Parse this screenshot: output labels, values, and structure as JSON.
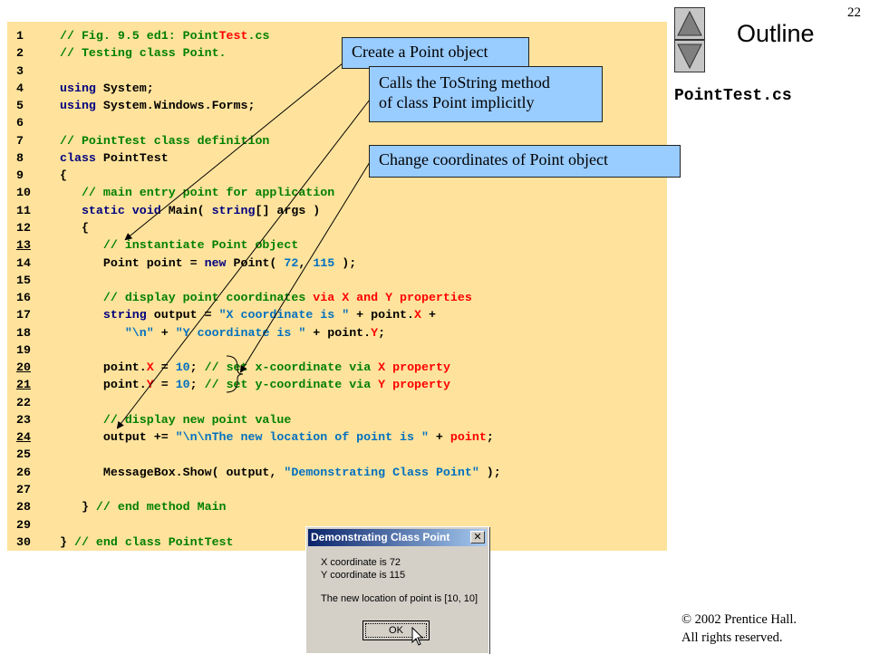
{
  "slide": {
    "page_number": "22",
    "outline_title": "Outline",
    "file_name": "PointTest.cs",
    "copyright_line1": "© 2002 Prentice Hall.",
    "copyright_line2": "All rights reserved."
  },
  "code": {
    "lines": [
      {
        "num": "1",
        "u": false,
        "segs": [
          [
            "c",
            "// Fig. 9.5 ed1: Point"
          ],
          [
            "r",
            "Test"
          ],
          [
            "c",
            ".cs"
          ]
        ]
      },
      {
        "num": "2",
        "u": false,
        "segs": [
          [
            "c",
            "// Testing class Point."
          ]
        ]
      },
      {
        "num": "3",
        "u": false,
        "segs": []
      },
      {
        "num": "4",
        "u": false,
        "segs": [
          [
            "k",
            "using"
          ],
          [
            "p",
            " System;"
          ]
        ]
      },
      {
        "num": "5",
        "u": false,
        "segs": [
          [
            "k",
            "using"
          ],
          [
            "p",
            " System.Windows.Forms;"
          ]
        ]
      },
      {
        "num": "6",
        "u": false,
        "segs": []
      },
      {
        "num": "7",
        "u": false,
        "segs": [
          [
            "c",
            "// PointTest class definition"
          ]
        ]
      },
      {
        "num": "8",
        "u": false,
        "segs": [
          [
            "k",
            "class"
          ],
          [
            "p",
            " PointTest"
          ]
        ]
      },
      {
        "num": "9",
        "u": false,
        "segs": [
          [
            "p",
            "{"
          ]
        ]
      },
      {
        "num": "10",
        "u": false,
        "segs": [
          [
            "c",
            "   // main entry point for application"
          ]
        ]
      },
      {
        "num": "11",
        "u": false,
        "segs": [
          [
            "k",
            "   static void"
          ],
          [
            "p",
            " Main( "
          ],
          [
            "k",
            "string"
          ],
          [
            "p",
            "[] args )"
          ]
        ]
      },
      {
        "num": "12",
        "u": false,
        "segs": [
          [
            "p",
            "   {"
          ]
        ]
      },
      {
        "num": "13",
        "u": true,
        "segs": [
          [
            "c",
            "      // instantiate Point object"
          ]
        ]
      },
      {
        "num": "14",
        "u": false,
        "segs": [
          [
            "p",
            "      Point point = "
          ],
          [
            "k",
            "new"
          ],
          [
            "p",
            " Point( "
          ],
          [
            "s",
            "72"
          ],
          [
            "p",
            ", "
          ],
          [
            "s",
            "115"
          ],
          [
            "p",
            " );"
          ]
        ]
      },
      {
        "num": "15",
        "u": false,
        "segs": []
      },
      {
        "num": "16",
        "u": false,
        "segs": [
          [
            "c",
            "      // display point coordinates "
          ],
          [
            "r",
            "via X and Y properties"
          ]
        ]
      },
      {
        "num": "17",
        "u": false,
        "segs": [
          [
            "k",
            "      string"
          ],
          [
            "p",
            " output = "
          ],
          [
            "s",
            "\"X coordinate is \""
          ],
          [
            "p",
            " + point."
          ],
          [
            "r",
            "X"
          ],
          [
            "p",
            " +"
          ]
        ]
      },
      {
        "num": "18",
        "u": false,
        "segs": [
          [
            "s",
            "         \"\\n\""
          ],
          [
            "p",
            " + "
          ],
          [
            "s",
            "\"Y coordinate is \""
          ],
          [
            "p",
            " + point."
          ],
          [
            "r",
            "Y"
          ],
          [
            "p",
            ";"
          ]
        ]
      },
      {
        "num": "19",
        "u": false,
        "segs": []
      },
      {
        "num": "20",
        "u": true,
        "segs": [
          [
            "p",
            "      point."
          ],
          [
            "r",
            "X"
          ],
          [
            "p",
            " = "
          ],
          [
            "s",
            "10"
          ],
          [
            "p",
            "; "
          ],
          [
            "c",
            "// set x-coordinate via "
          ],
          [
            "r",
            "X property"
          ]
        ]
      },
      {
        "num": "21",
        "u": true,
        "segs": [
          [
            "p",
            "      point."
          ],
          [
            "r",
            "Y"
          ],
          [
            "p",
            " = "
          ],
          [
            "s",
            "10"
          ],
          [
            "p",
            "; "
          ],
          [
            "c",
            "// set y-coordinate via "
          ],
          [
            "r",
            "Y property"
          ]
        ]
      },
      {
        "num": "22",
        "u": false,
        "segs": []
      },
      {
        "num": "23",
        "u": false,
        "segs": [
          [
            "c",
            "      // display new point value"
          ]
        ]
      },
      {
        "num": "24",
        "u": true,
        "segs": [
          [
            "p",
            "      output += "
          ],
          [
            "s",
            "\"\\n\\nThe new location of point is \""
          ],
          [
            "p",
            " + "
          ],
          [
            "r",
            "point"
          ],
          [
            "p",
            ";"
          ]
        ]
      },
      {
        "num": "25",
        "u": false,
        "segs": []
      },
      {
        "num": "26",
        "u": false,
        "segs": [
          [
            "p",
            "      MessageBox.Show( output, "
          ],
          [
            "s",
            "\"Demonstrating Class Point\""
          ],
          [
            "p",
            " );"
          ]
        ]
      },
      {
        "num": "27",
        "u": false,
        "segs": []
      },
      {
        "num": "28",
        "u": false,
        "segs": [
          [
            "p",
            "   } "
          ],
          [
            "c",
            "// end method Main"
          ]
        ]
      },
      {
        "num": "29",
        "u": false,
        "segs": []
      },
      {
        "num": "30",
        "u": false,
        "segs": [
          [
            "p",
            "} "
          ],
          [
            "c",
            "// end class PointTest"
          ]
        ]
      }
    ]
  },
  "callouts": {
    "create": "Create a Point object",
    "tostring_1": "Calls the ToString method",
    "tostring_2": "of class Point implicitly",
    "change": "Change coordinates of Point object"
  },
  "dialog": {
    "title": "Demonstrating Class Point",
    "close_label": "✕",
    "line1": "X coordinate is 72",
    "line2": "Y coordinate is 115",
    "line3": "The new location of point is [10, 10]",
    "ok_label": "OK"
  },
  "icons": {
    "up": "triangle-up-icon",
    "down": "triangle-down-icon",
    "cursor": "mouse-pointer-icon"
  }
}
